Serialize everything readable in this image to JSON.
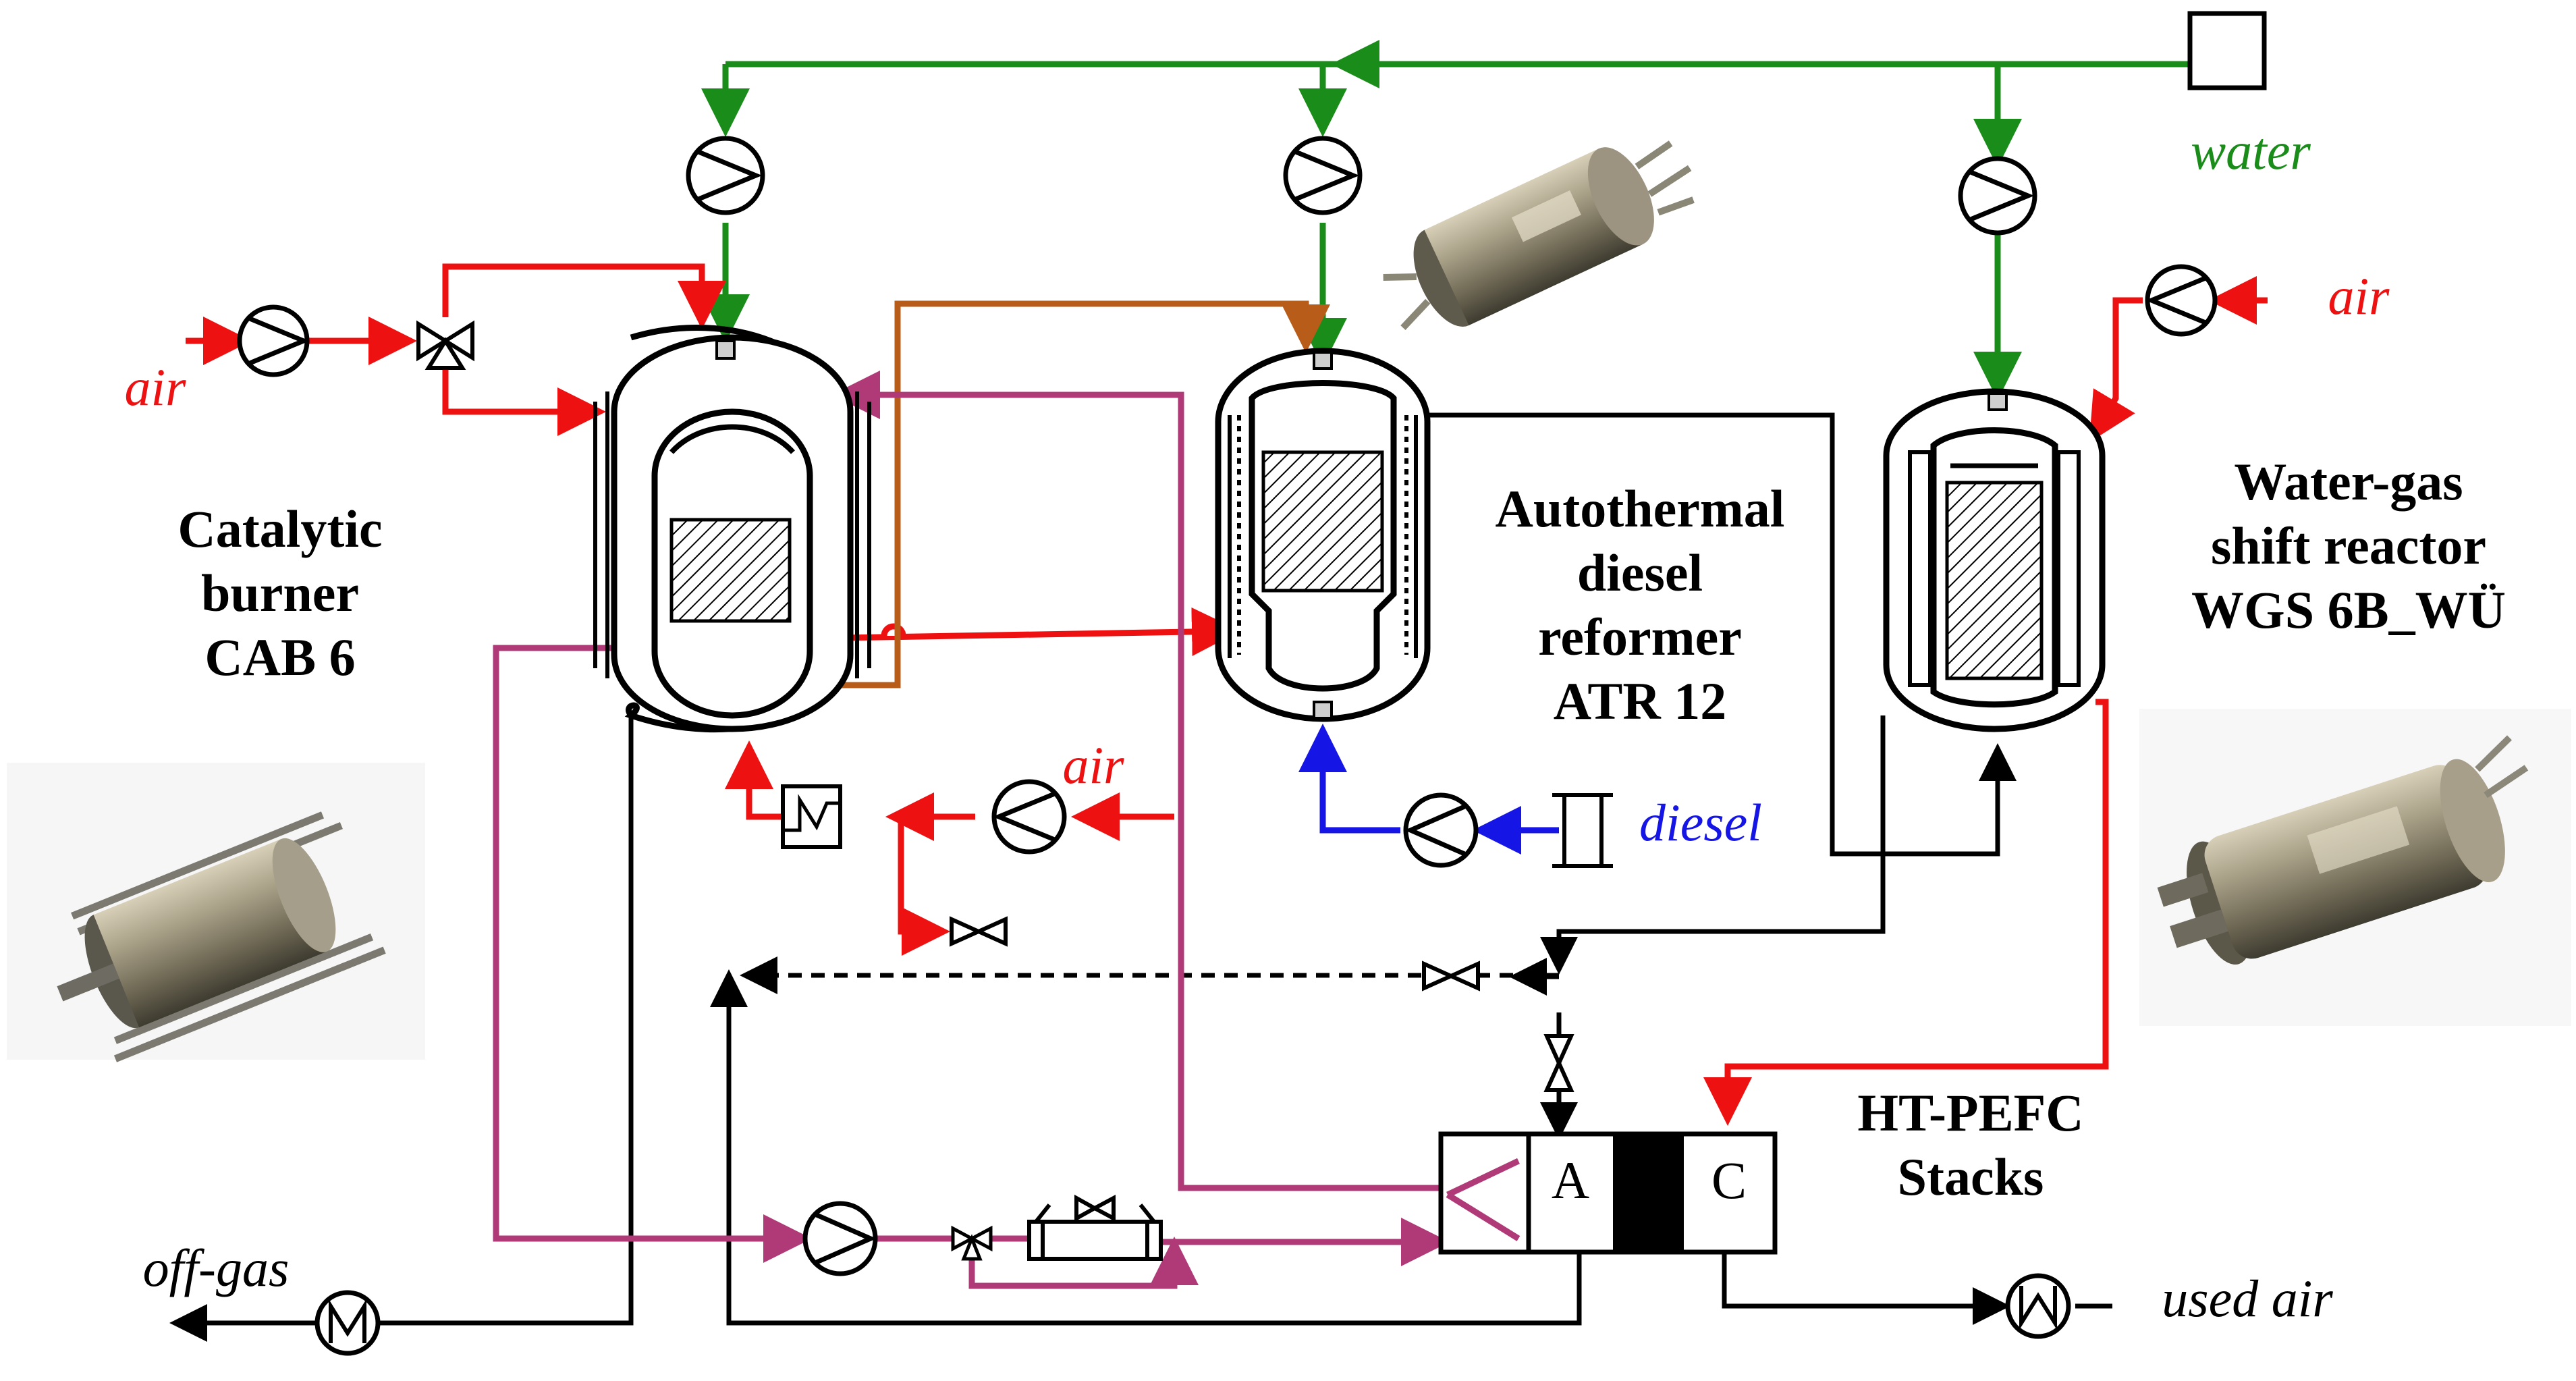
{
  "labels": {
    "burner": [
      "Catalytic",
      "burner",
      "CAB 6"
    ],
    "reformer": [
      "Autothermal",
      "diesel",
      "reformer",
      "ATR 12"
    ],
    "wgs": [
      "Water-gas",
      "shift reactor",
      "WGS 6B_WÜ"
    ],
    "stack": [
      "HT-PEFC",
      "Stacks"
    ],
    "water": "water",
    "air_burner": "air",
    "air_heater": "air",
    "air_wgs": "air",
    "diesel": "diesel",
    "off_gas": "off-gas",
    "used_air": "used air",
    "anode": "A",
    "cathode": "C"
  },
  "colors": {
    "water": "#1a8c1a",
    "air": "#ee1111",
    "diesel": "#1515e6",
    "anode_offgas": "#b03a78",
    "reformer_feed": "#b85c1a",
    "process": "#000000",
    "catalyst_hatch": "#000000"
  },
  "icons": [
    "pump-icon",
    "valve-icon",
    "three-way-valve-icon",
    "heat-exchanger-icon",
    "filter-icon",
    "cooler-icon",
    "water-tank-icon"
  ]
}
